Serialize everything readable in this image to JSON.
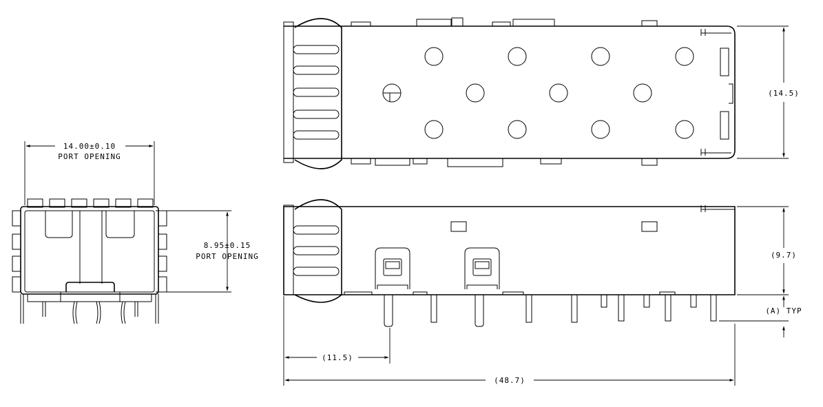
{
  "dimensions": {
    "port_width": "14.00±0.10",
    "port_width_note": "PORT OPENING",
    "port_height": "8.95±0.15",
    "port_height_note": "PORT OPENING",
    "top_width": "(14.5)",
    "side_height": "(9.7)",
    "pin_offset": "(A) TYP",
    "pin_distance": "(11.5)",
    "overall_length": "(48.7)"
  },
  "colors": {
    "line": "#000000",
    "background": "#ffffff"
  }
}
